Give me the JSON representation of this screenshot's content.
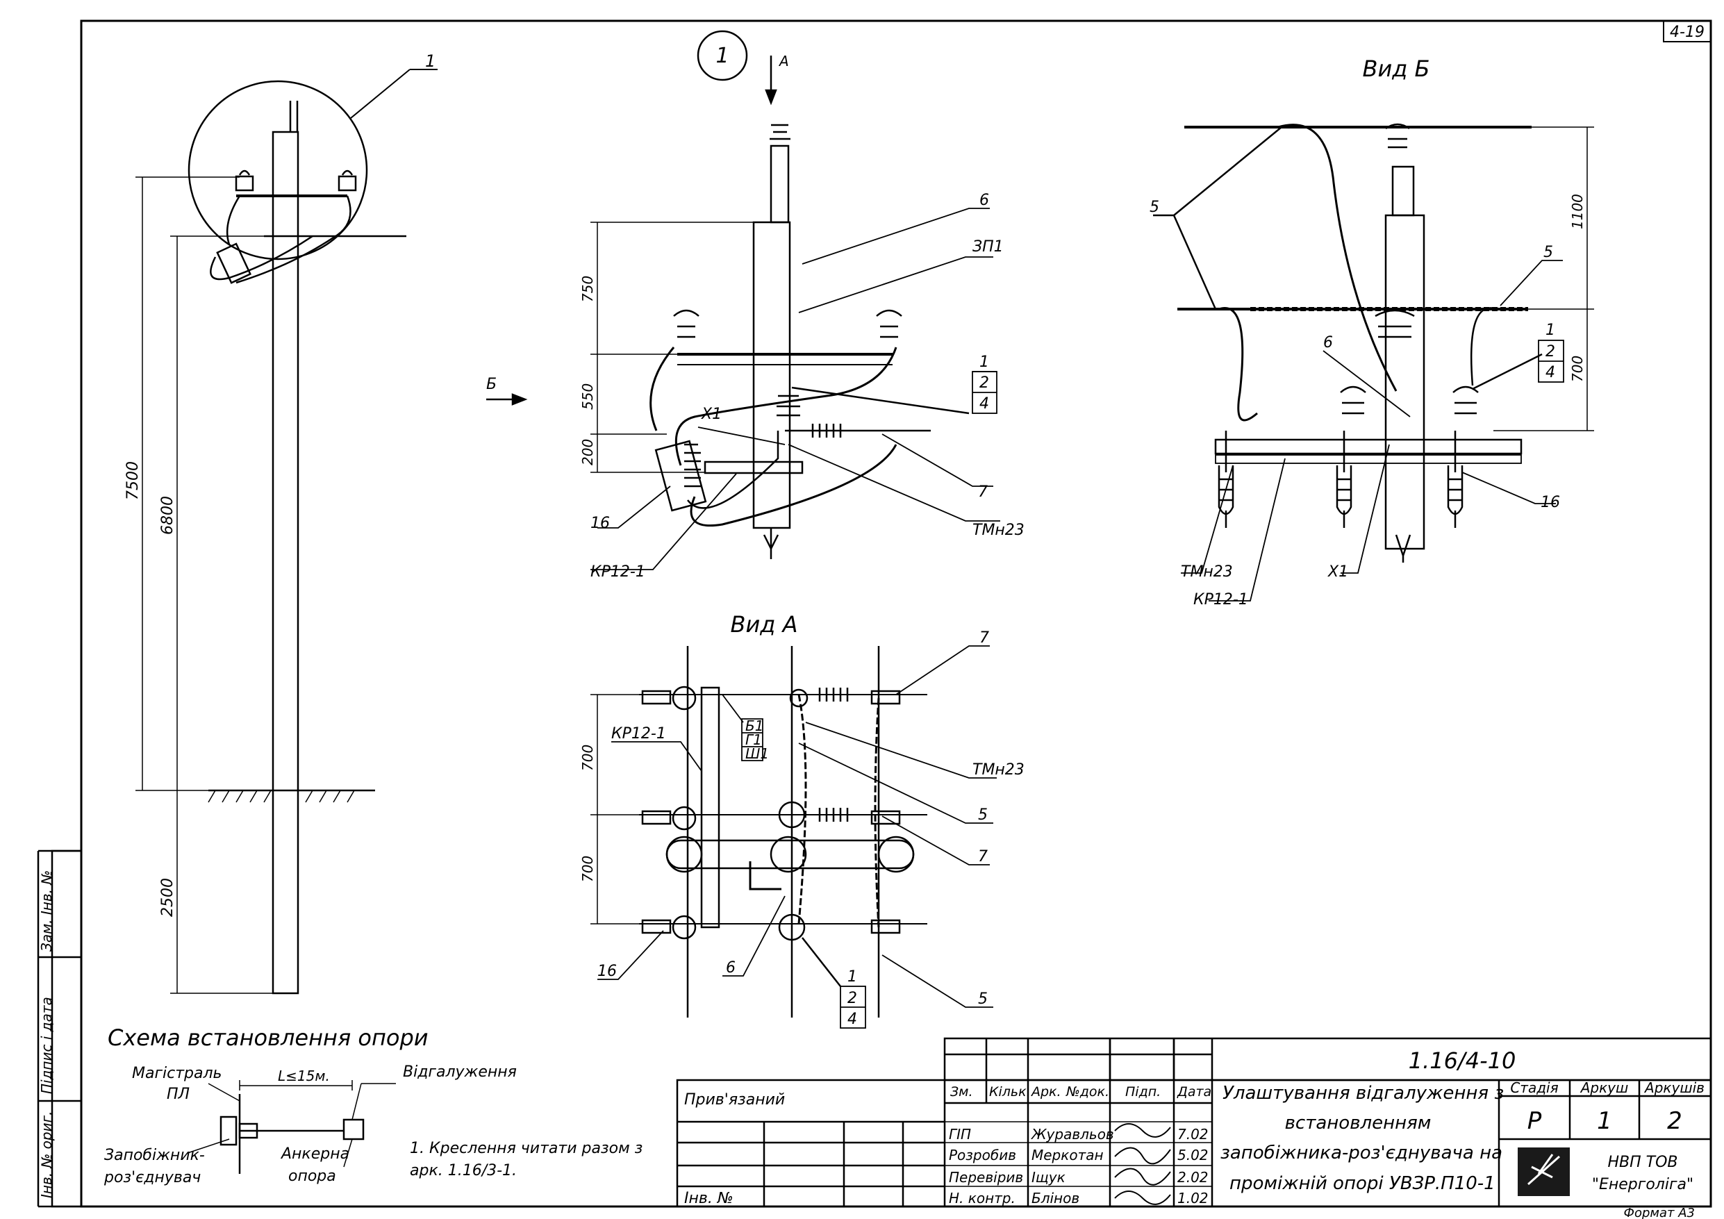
{
  "sheet": {
    "sheet_code": "4-19",
    "format_label": "Формат А3",
    "callout_number": "1",
    "view_arrow_a": "А",
    "view_arrow_b": "Б"
  },
  "views": {
    "view_a_title": "Вид А",
    "view_b_title": "Вид Б"
  },
  "pole_elevation": {
    "callout": "1",
    "dim_total": "7500",
    "dim_above": "6800",
    "dim_below": "2500"
  },
  "detail_1": {
    "dims": [
      "750",
      "550",
      "200"
    ],
    "labels": {
      "item6": "6",
      "zp1": "ЗП1",
      "frac_top": "1",
      "frac_mid": "2",
      "frac_bot": "4",
      "x1": "Х1",
      "item7": "7",
      "tmn23": "ТМн23",
      "item16": "16",
      "kr12": "КР12-1"
    }
  },
  "view_b": {
    "dims": [
      "1100",
      "700"
    ],
    "labels": {
      "item5a": "5",
      "item5b": "5",
      "frac_top": "1",
      "frac_mid": "2",
      "frac_bot": "4",
      "item6": "6",
      "item16": "16",
      "tmn23": "ТМн23",
      "kr12": "КР12-1",
      "x1": "Х1"
    }
  },
  "view_a": {
    "dims": [
      "700",
      "700"
    ],
    "labels": {
      "item7a": "7",
      "kr12": "КР12-1",
      "b1": "Б1",
      "g1": "Г1",
      "sh1": "Ш1",
      "tmn23": "ТМн23",
      "item5a": "5",
      "item7b": "7",
      "item16": "16",
      "item6": "6",
      "frac_top": "1",
      "frac_mid": "2",
      "frac_bot": "4",
      "item5b": "5"
    }
  },
  "scheme": {
    "title": "Схема встановлення опори",
    "mainline": "Магістраль",
    "mainline2": "ПЛ",
    "length": "L≤15м.",
    "branch": "Відгалуження",
    "fuse1": "Запобіжник-",
    "fuse2": "роз'єднувач",
    "anchor1": "Анкерна",
    "anchor2": "опора"
  },
  "note": {
    "line1": "1. Креслення читати разом з",
    "line2": "арк. 1.16/3-1."
  },
  "side_stamp": {
    "inv_zam": "Зам. Інв. №",
    "sign_date": "Підпис і дата",
    "inv_orig": "Інв. № ориг."
  },
  "title_block": {
    "tied": "Прив'язаний",
    "inv_no": "Інв. №",
    "code": "1.16/4-10",
    "title_lines": [
      "Улаштування відгалуження з",
      "встановленням",
      "запобіжника-роз'єднувача на",
      "проміжній опорі УВЗР.П10-1"
    ],
    "col_headers": [
      "Зм.",
      "Кільк.",
      "Арк.",
      "№док.",
      "Підп.",
      "Дата"
    ],
    "stage_label": "Стадія",
    "sheet_label": "Аркуш",
    "sheets_label": "Аркушів",
    "stage": "Р",
    "sheet": "1",
    "sheets": "2",
    "org_line1": "НВП ТОВ",
    "org_line2": "\"Енерголіга\"",
    "staff": [
      {
        "role": "ГІП",
        "name": "Журавльов",
        "date": "7.02"
      },
      {
        "role": "Розробив",
        "name": "Меркотан",
        "date": "5.02"
      },
      {
        "role": "Перевірив",
        "name": "Іщук",
        "date": "2.02"
      },
      {
        "role": "Н. контр.",
        "name": "Блінов",
        "date": "1.02"
      }
    ]
  }
}
